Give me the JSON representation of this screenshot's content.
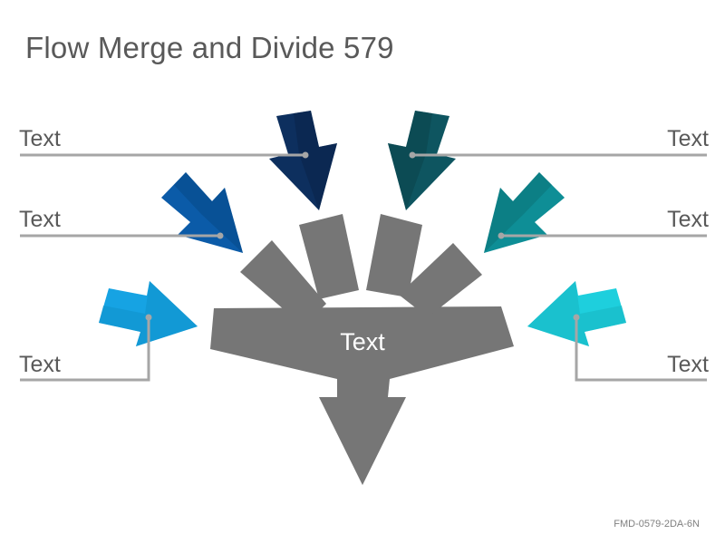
{
  "title": "Flow Merge and Divide 579",
  "hub_label": "Text",
  "labels": {
    "left_top": "Text",
    "left_middle": "Text",
    "left_bottom": "Text",
    "right_top": "Text",
    "right_middle": "Text",
    "right_bottom": "Text"
  },
  "footer_code": "FMD-0579-2DA-6N",
  "colors": {
    "hub": "#767676",
    "line": "#A6A6A6",
    "arrow_left_top": "#0D2F5E",
    "arrow_left_middle": "#0B5BA8",
    "arrow_left_bottom": "#16A3E3",
    "arrow_right_top": "#0E5560",
    "arrow_right_middle": "#0E8E96",
    "arrow_right_bottom": "#1ECFDD"
  }
}
